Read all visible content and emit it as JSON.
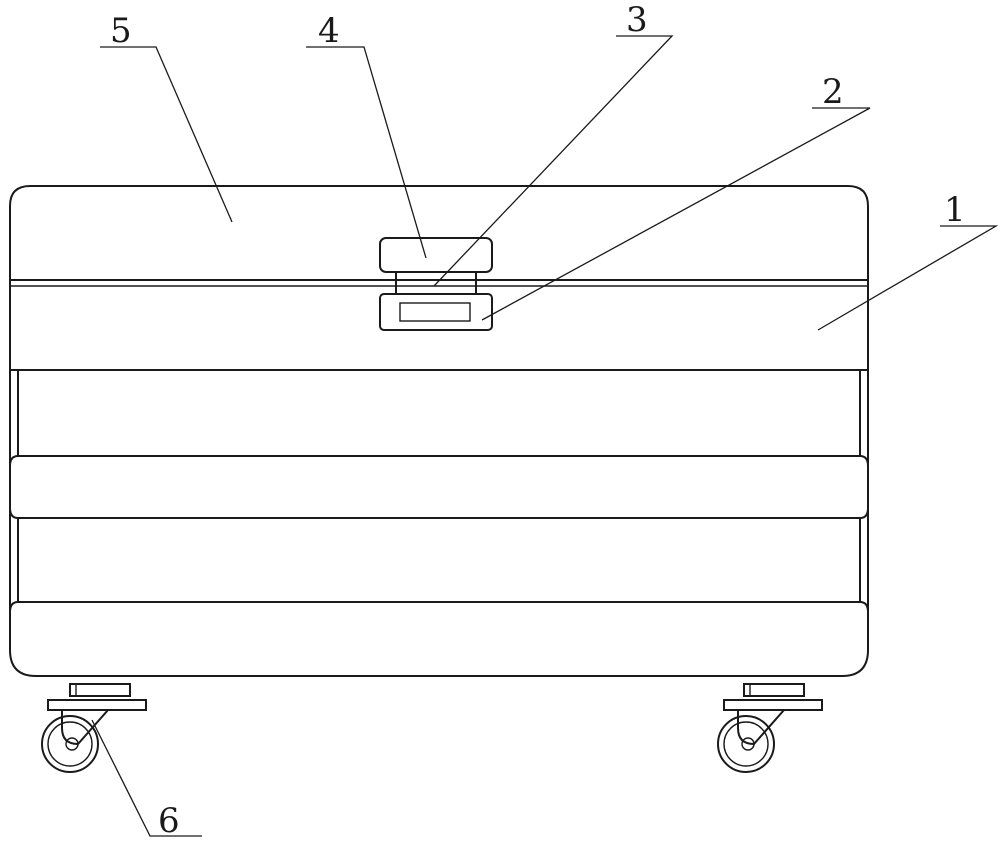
{
  "labels": {
    "one": "1",
    "two": "2",
    "three": "3",
    "four": "4",
    "five": "5",
    "six": "6"
  },
  "colors": {
    "line": "#1a1a1a",
    "background": "#ffffff"
  }
}
